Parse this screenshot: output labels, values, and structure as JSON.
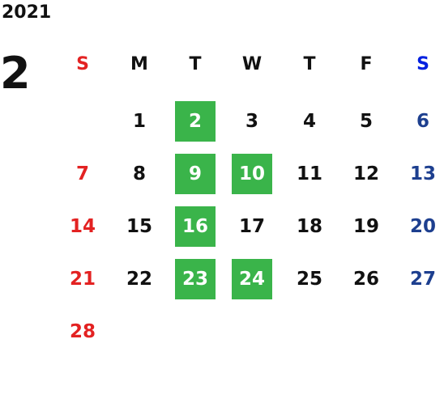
{
  "calendar": {
    "year": "2021",
    "month": "2",
    "weekdays": [
      "S",
      "M",
      "T",
      "W",
      "T",
      "F",
      "S"
    ],
    "weeks": [
      [
        "",
        "1",
        "2",
        "3",
        "4",
        "5",
        "6"
      ],
      [
        "7",
        "8",
        "9",
        "10",
        "11",
        "12",
        "13"
      ],
      [
        "14",
        "15",
        "16",
        "17",
        "18",
        "19",
        "20"
      ],
      [
        "21",
        "22",
        "23",
        "24",
        "25",
        "26",
        "27"
      ],
      [
        "28",
        "",
        "",
        "",
        "",
        "",
        ""
      ]
    ],
    "highlighted_days": [
      "2",
      "9",
      "10",
      "16",
      "23",
      "24"
    ],
    "colors": {
      "highlight": "#3ab44a",
      "sunday": "#e32222",
      "saturday": "#1d3f8f",
      "saturday_header": "#0020e0",
      "text": "#111111"
    }
  }
}
